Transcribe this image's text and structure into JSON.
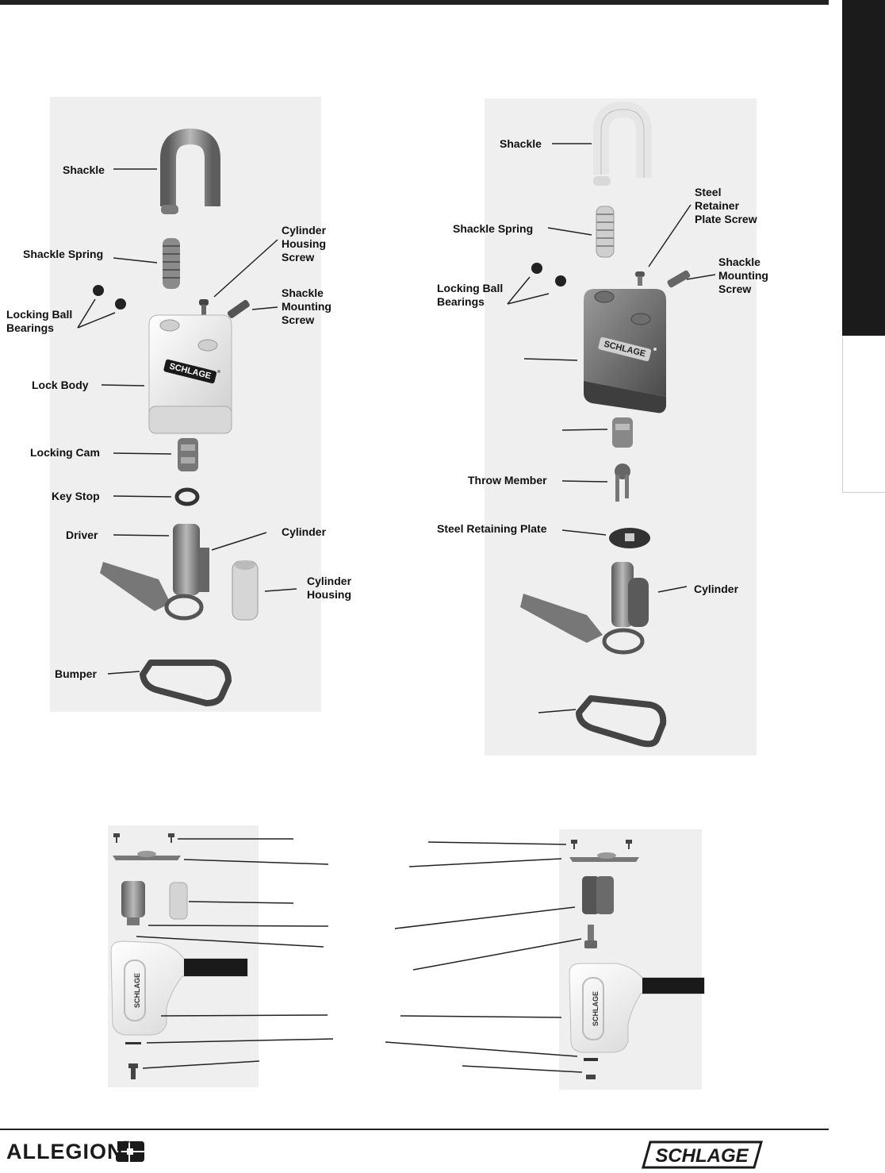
{
  "left_diagram": {
    "labels": {
      "shackle": "Shackle",
      "shackle_spring": "Shackle Spring",
      "cylinder_housing_screw": "Cylinder\nHousing\nScrew",
      "shackle_mounting_screw": "Shackle\nMounting\nScrew",
      "locking_ball_bearings": "Locking Ball\nBearings",
      "lock_body": "Lock Body",
      "locking_cam": "Locking Cam",
      "key_stop": "Key Stop",
      "driver": "Driver",
      "cylinder": "Cylinder",
      "cylinder_housing": "Cylinder\nHousing",
      "bumper": "Bumper"
    },
    "body_logo": "SCHLAGE"
  },
  "right_diagram": {
    "labels": {
      "shackle": "Shackle",
      "steel_retainer_plate_screw": "Steel\nRetainer\nPlate Screw",
      "shackle_spring": "Shackle Spring",
      "shackle_mounting_screw": "Shackle\nMounting\nScrew",
      "locking_ball_bearings": "Locking Ball\nBearings",
      "throw_member": "Throw Member",
      "steel_retaining_plate": "Steel Retaining Plate",
      "cylinder": "Cylinder"
    },
    "body_logo": "SCHLAGE"
  },
  "bottom_diagrams": {
    "left_logo": "SCHLAGE",
    "right_logo": "SCHLAGE"
  },
  "footer": {
    "allegion": "ALLEGION",
    "allegion_tm": "™",
    "schlage": "SCHLAGE"
  }
}
